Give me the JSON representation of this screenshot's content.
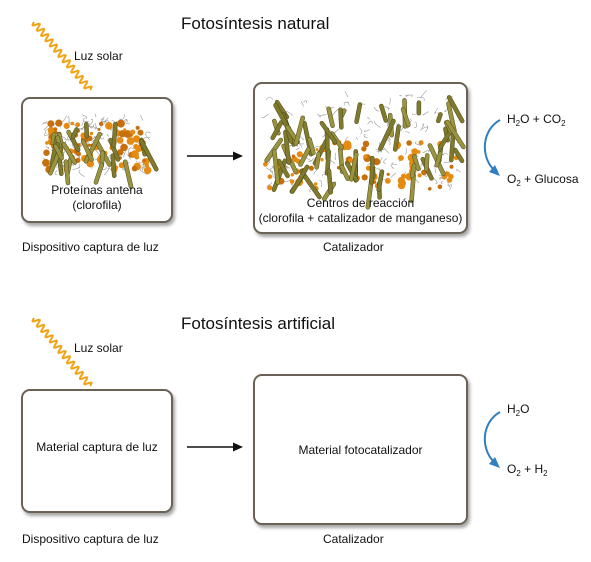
{
  "natural": {
    "title": "Fotosíntesis natural",
    "sunlight_label": "Luz solar",
    "antenna_text_1": "Proteínas antena",
    "antenna_text_2": "(clorofila)",
    "reaction_text_1": "Centros de reacción",
    "reaction_text_2": "(clorofila + catalizador de manganeso)",
    "device_caption": "Dispositivo captura de luz",
    "catalyst_caption": "Catalizador",
    "reactant": {
      "h": "H",
      "sub1": "2",
      "o": "O + CO",
      "sub2": "2"
    },
    "product": {
      "o": "O",
      "sub": "2",
      "rest": " + Glucosa"
    }
  },
  "artificial": {
    "title": "Fotosíntesis artificial",
    "sunlight_label": "Luz solar",
    "device_text": "Material captura de luz",
    "catalyst_text": "Material fotocatalizador",
    "device_caption": "Dispositivo captura de luz",
    "catalyst_caption": "Catalizador",
    "reactant": {
      "h": "H",
      "sub1": "2",
      "o": "O"
    },
    "product": {
      "o": "O",
      "sub1": "2",
      "mid": " + H",
      "sub2": "2"
    }
  },
  "colors": {
    "sun_wave": "#f2a417",
    "box_border": "#6b6256",
    "flow_arrow": "#111111",
    "reaction_arrow": "#2f7fc1",
    "protein_green": "#7f7a2c",
    "protein_orange": "#e58b12"
  },
  "icons": {
    "sunlight": "sun-wave-icon",
    "flow": "right-arrow-icon",
    "reaction": "curved-arrow-icon"
  }
}
